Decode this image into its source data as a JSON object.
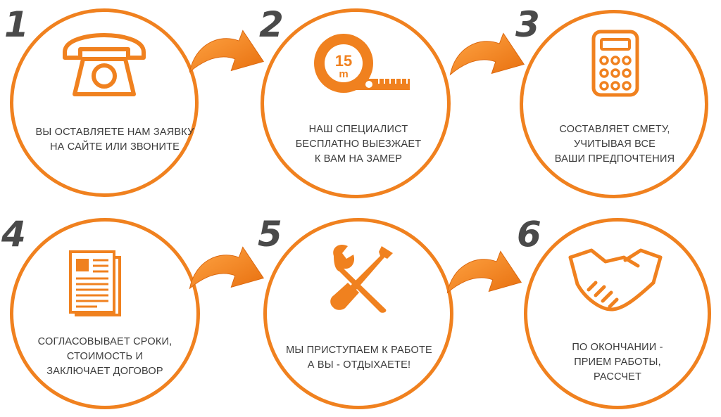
{
  "steps": [
    {
      "number": "1",
      "icon": "telephone-icon",
      "lines": [
        "ВЫ ОСТАВЛЯЕТЕ НАМ ЗАЯВКУ",
        "НА САЙТЕ ИЛИ ЗВОНИТЕ"
      ]
    },
    {
      "number": "2",
      "icon": "tape-measure-icon",
      "tape_label_value": "15",
      "tape_label_unit": "m",
      "lines": [
        "НАШ СПЕЦИАЛИСТ",
        "БЕСПЛАТНО ВЫЕЗЖАЕТ",
        "К ВАМ НА ЗАМЕР"
      ]
    },
    {
      "number": "3",
      "icon": "calculator-icon",
      "lines": [
        "СОСТАВЛЯЕТ СМЕТУ,",
        "УЧИТЫВАЯ ВСЕ",
        "ВАШИ ПРЕДПОЧТЕНИЯ"
      ]
    },
    {
      "number": "4",
      "icon": "document-icon",
      "lines": [
        "СОГЛАСОВЫВАЕТ СРОКИ,",
        "СТОИМОСТЬ И",
        "ЗАКЛЮЧАЕТ ДОГОВОР"
      ]
    },
    {
      "number": "5",
      "icon": "tools-icon",
      "lines": [
        "МЫ ПРИСТУПАЕМ К РАБОТЕ",
        "А ВЫ - ОТДЫХАЕТЕ!"
      ]
    },
    {
      "number": "6",
      "icon": "handshake-icon",
      "lines": [
        "ПО ОКОНЧАНИИ -",
        "ПРИЕМ РАБОТЫ,",
        "РАССЧЕТ"
      ]
    }
  ],
  "colors": {
    "accent": "#f0811f",
    "number": "#4a4a4a",
    "text": "#3b3b3b"
  }
}
